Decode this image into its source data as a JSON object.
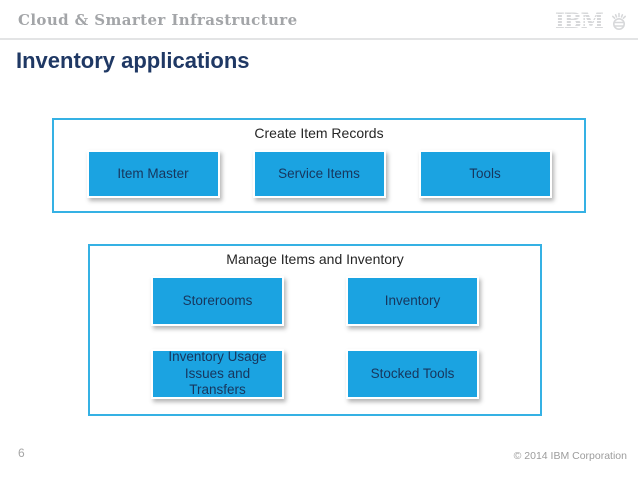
{
  "header": {
    "brand": "Cloud & Smarter Infrastructure",
    "logo_text": "IBM",
    "logo_icon": "smarter-planet-icon"
  },
  "page": {
    "title": "Inventory applications"
  },
  "groups": [
    {
      "title": "Create Item Records",
      "buttons": [
        "Item Master",
        "Service Items",
        "Tools"
      ]
    },
    {
      "title": "Manage Items and Inventory",
      "buttons": [
        "Storerooms",
        "Inventory",
        "Inventory Usage Issues and Transfers",
        "Stocked Tools"
      ]
    }
  ],
  "footer": {
    "page_number": "6",
    "copyright": "© 2014 IBM Corporation"
  },
  "colors": {
    "tile_cyan": "#1ba3e1",
    "box_border_cyan": "#35b1e4",
    "title_navy": "#1f3864",
    "tile_text_navy": "#17365d",
    "muted_gray": "#a6a6a6",
    "logo_gray": "#d7d8da"
  }
}
